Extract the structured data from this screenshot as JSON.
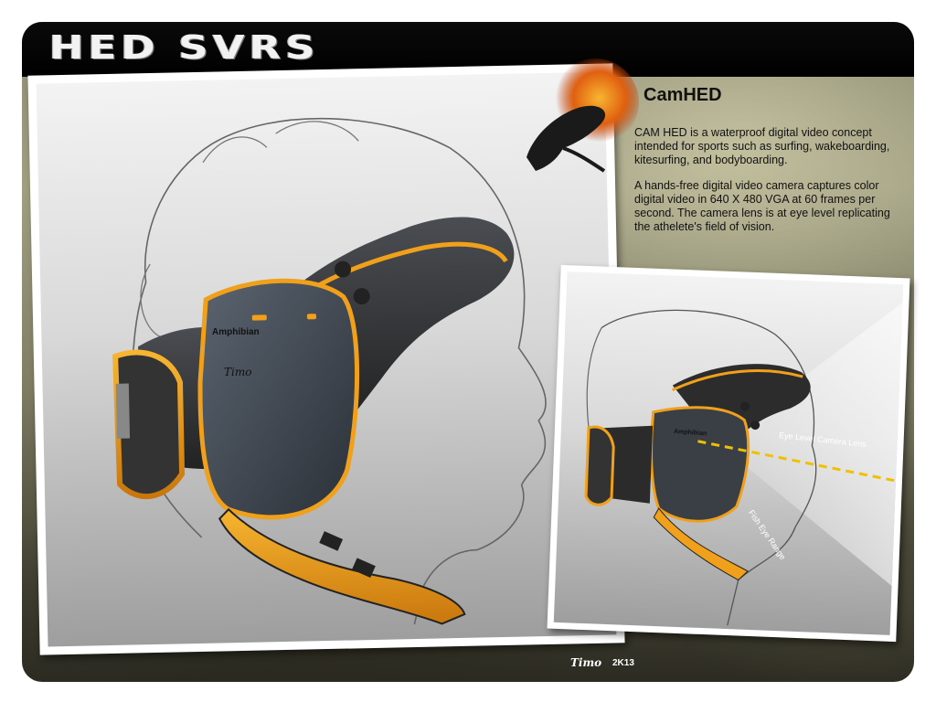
{
  "header": {
    "brand": "HED SVRS"
  },
  "info": {
    "title": "CamHED",
    "paragraphs": [
      "CAM HED is a waterproof digital video concept intended for sports such as surfing, wakeboarding, kitesurfing, and bodyboarding.",
      "A hands-free digital video camera captures color digital video in 640 X 480 VGA at 60 frames per second.  The camera lens is at eye level replicating the athelete's field of vision."
    ]
  },
  "main_render": {
    "device_label": "Amphibian",
    "logo_text": "Timo"
  },
  "detail_render": {
    "device_label": "Amphibian",
    "annotations": {
      "eye_level": "Eye Level Camera Lens",
      "fish_eye": "Fish Eye Range"
    }
  },
  "footer": {
    "logo": "Timo",
    "year": "2K13"
  },
  "colors": {
    "accent": "#f0a01a",
    "dark": "#1a1a1a",
    "device": "#3a3f46"
  }
}
